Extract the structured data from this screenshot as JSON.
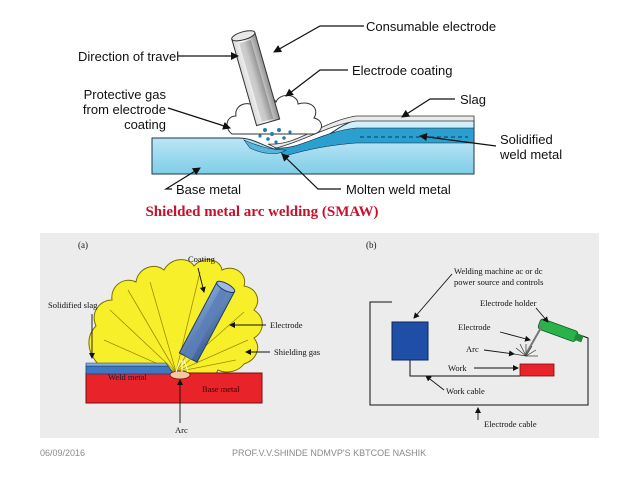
{
  "top": {
    "labels": {
      "consumable_electrode": "Consumable electrode",
      "direction": "Direction of travel",
      "electrode_coating": "Electrode coating",
      "protective_gas": [
        "Protective gas",
        "from electrode",
        "coating"
      ],
      "slag": "Slag",
      "solidified": [
        "Solidified",
        "weld metal"
      ],
      "base_metal": "Base metal",
      "molten": "Molten weld metal"
    },
    "caption": "Shielded metal arc welding (SMAW)",
    "caption_color": "#c8102e"
  },
  "panel_a": {
    "tag": "(a)",
    "labels": {
      "coating": "Coating",
      "solidified_slag": "Solidified slag",
      "electrode": "Electrode",
      "shielding_gas": "Shielding gas",
      "weld_metal": "Weld metal",
      "base_metal": "Base metal",
      "arc": "Arc"
    }
  },
  "panel_b": {
    "tag": "(b)",
    "labels": {
      "machine": [
        "Welding machine ac or dc",
        "power source and controls"
      ],
      "holder": "Electrode holder",
      "electrode": "Electrode",
      "arc": "Arc",
      "work": "Work",
      "work_cable": "Work cable",
      "electrode_cable": "Electrode cable"
    }
  },
  "footer": {
    "date": "06/09/2016",
    "credit": "PROF.V.V.SHINDE NDMVP'S KBTCOE NASHIK"
  }
}
